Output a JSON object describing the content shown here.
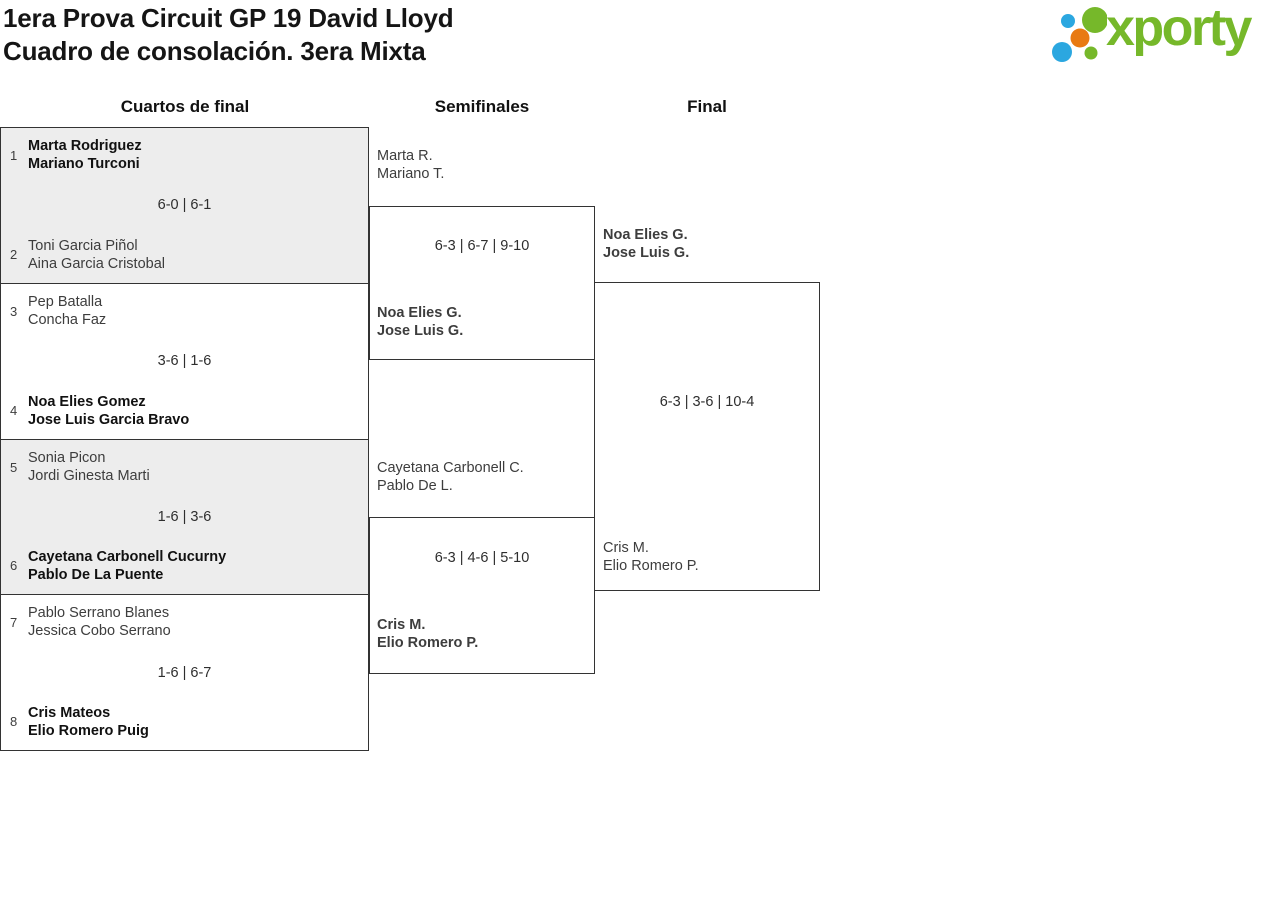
{
  "page": {
    "title_line1": "1era Prova Circuit GP 19 David Lloyd",
    "title_line2": "Cuadro de consolación. 3era Mixta"
  },
  "logo": {
    "text": "xporty",
    "green": "#76b82a",
    "blue": "#2ba7e0",
    "orange": "#e87a12"
  },
  "headers": {
    "round1": "Cuartos de final",
    "round2": "Semifinales",
    "round3": "Final"
  },
  "quarterfinals": [
    {
      "seed_top": "1",
      "top_line1": "Marta Rodriguez",
      "top_line2": "Mariano Turconi",
      "score": "6-0 | 6-1",
      "seed_bottom": "2",
      "bottom_line1": "Toni Garcia Piñol",
      "bottom_line2": "Aina Garcia Cristobal"
    },
    {
      "seed_top": "3",
      "top_line1": "Pep Batalla",
      "top_line2": "Concha Faz",
      "score": "3-6 | 1-6",
      "seed_bottom": "4",
      "bottom_line1": "Noa Elies Gomez",
      "bottom_line2": "Jose Luis Garcia Bravo"
    },
    {
      "seed_top": "5",
      "top_line1": "Sonia Picon",
      "top_line2": "Jordi Ginesta Marti",
      "score": "1-6 | 3-6",
      "seed_bottom": "6",
      "bottom_line1": "Cayetana Carbonell Cucurny",
      "bottom_line2": "Pablo De La Puente"
    },
    {
      "seed_top": "7",
      "top_line1": "Pablo Serrano Blanes",
      "top_line2": "Jessica Cobo Serrano",
      "score": "1-6 | 6-7",
      "seed_bottom": "8",
      "bottom_line1": "Cris Mateos",
      "bottom_line2": "Elio Romero Puig"
    }
  ],
  "semifinals": [
    {
      "top_line1": "Marta R.",
      "top_line2": "Mariano T.",
      "score": "6-3 | 6-7 | 9-10",
      "bottom_line1": "Noa Elies G.",
      "bottom_line2": "Jose Luis G."
    },
    {
      "top_line1": "Cayetana Carbonell C.",
      "top_line2": "Pablo De L.",
      "score": "6-3 | 4-6 | 5-10",
      "bottom_line1": "Cris M.",
      "bottom_line2": "Elio Romero P."
    }
  ],
  "final": {
    "top_line1": "Noa Elies G.",
    "top_line2": "Jose Luis G.",
    "score": "6-3 | 3-6 | 10-4",
    "bottom_line1": "Cris M.",
    "bottom_line2": "Elio Romero P."
  }
}
